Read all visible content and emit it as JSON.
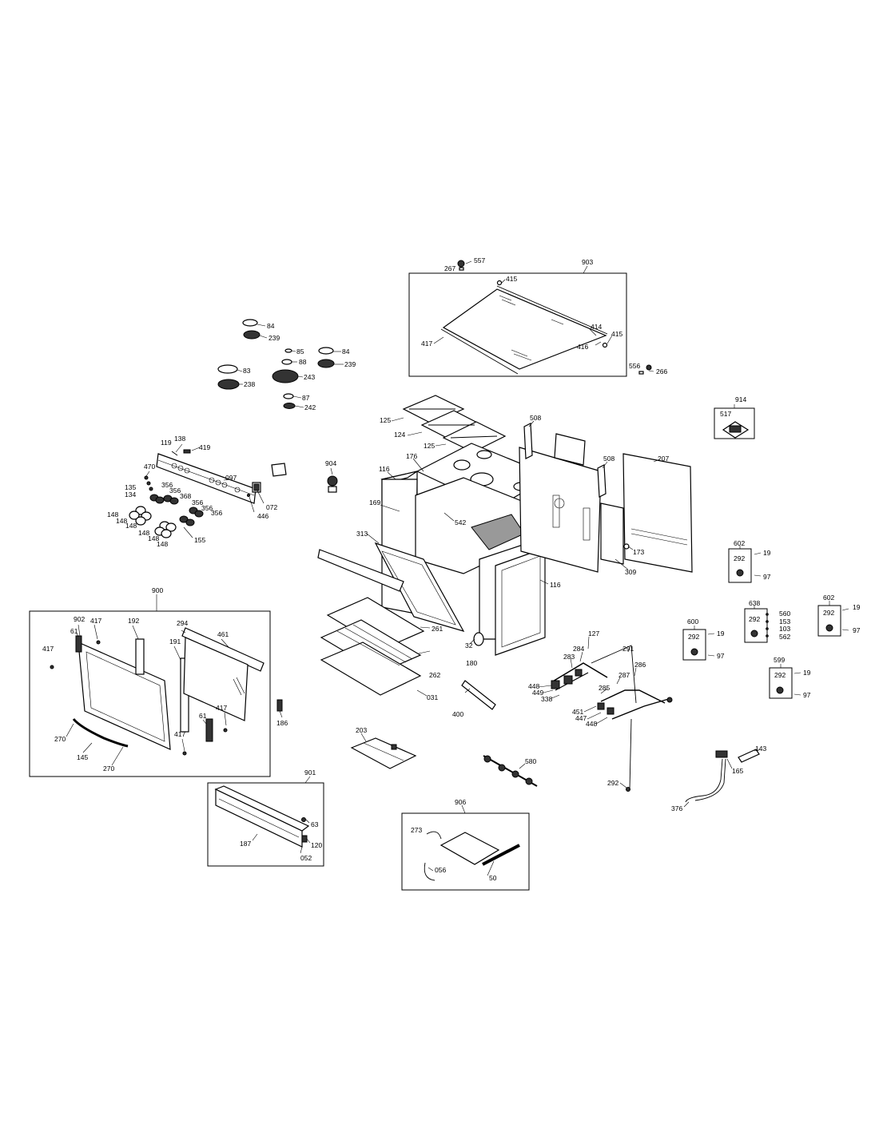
{
  "labels": {
    "l267": "267",
    "l557": "557",
    "l903": "903",
    "l415a": "415",
    "l415b": "415",
    "l414": "414",
    "l416": "416",
    "l417t": "417",
    "l556": "556",
    "l266": "266",
    "l84a": "84",
    "l239a": "239",
    "l85": "85",
    "l84b": "84",
    "l88": "88",
    "l239b": "239",
    "l83": "83",
    "l243": "243",
    "l238": "238",
    "l87": "87",
    "l242": "242",
    "l914": "914",
    "l517": "517",
    "l125a": "125",
    "l124": "124",
    "l125b": "125",
    "l508a": "508",
    "l508b": "508",
    "l176": "176",
    "l116a": "116",
    "l904": "904",
    "l207": "207",
    "l169": "169",
    "l542": "542",
    "l313": "313",
    "l173": "173",
    "l309": "309",
    "l116b": "116",
    "l261": "261",
    "l32": "32",
    "l180": "180",
    "l262": "262",
    "l031": "031",
    "l400": "400",
    "l119": "119",
    "l138": "138",
    "l419": "419",
    "l470": "470",
    "l135": "135",
    "l134": "134",
    "l097": "097",
    "l356a": "356",
    "l356b": "356",
    "l368": "368",
    "l072": "072",
    "l446": "446",
    "l356c": "356",
    "l356d": "356",
    "l356e": "356",
    "l148a": "148",
    "l148b": "148",
    "l148c": "148",
    "l148d": "148",
    "l148e": "148",
    "l148f": "148",
    "l155": "155",
    "l900": "900",
    "l902": "902",
    "l417a": "417",
    "l192": "192",
    "l294": "294",
    "l461": "461",
    "l61a": "61",
    "l417b": "417",
    "l191": "191",
    "l61b": "61",
    "l417c": "417",
    "l417d": "417",
    "l270a": "270",
    "l145": "145",
    "l270b": "270",
    "l186": "186",
    "l901": "901",
    "l63": "63",
    "l187": "187",
    "l120": "120",
    "l052": "052",
    "l203": "203",
    "l580": "580",
    "l906": "906",
    "l273": "273",
    "l056": "056",
    "l50": "50",
    "l127": "127",
    "l284": "284",
    "l283": "283",
    "l291": "291",
    "l286": "286",
    "l287": "287",
    "l285": "285",
    "l448a": "448",
    "l449": "449",
    "l338": "338",
    "l451": "451",
    "l447": "447",
    "l448b": "448",
    "l292": "292",
    "l143": "143",
    "l165": "165",
    "l376": "376",
    "l602a": "602",
    "l292a": "292",
    "l19a": "19",
    "l97a": "97",
    "l638": "638",
    "l292b": "292",
    "l560": "560",
    "l153": "153",
    "l103": "103",
    "l562": "562",
    "l602b": "602",
    "l292c": "292",
    "l19b": "19",
    "l97b": "97",
    "l600": "600",
    "l292d": "292",
    "l19c": "19",
    "l97c": "97",
    "l599": "599",
    "l292e": "292",
    "l19d": "19",
    "l97d": "97"
  }
}
